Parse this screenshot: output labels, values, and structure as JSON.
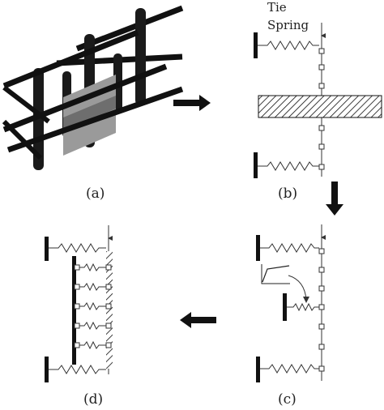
{
  "panels": {
    "a": {
      "label": "(a)"
    },
    "b": {
      "label": "(b)",
      "annotation_line1": "Tie",
      "annotation_line2": "Spring"
    },
    "c": {
      "label": "(c)"
    },
    "d": {
      "label": "(d)"
    }
  },
  "colors": {
    "ink": "#111111",
    "bar_dark": "#222222",
    "panel_gray": "#9a9a9a",
    "panel_gray_dark": "#6e6e6e",
    "background": "#ffffff"
  }
}
